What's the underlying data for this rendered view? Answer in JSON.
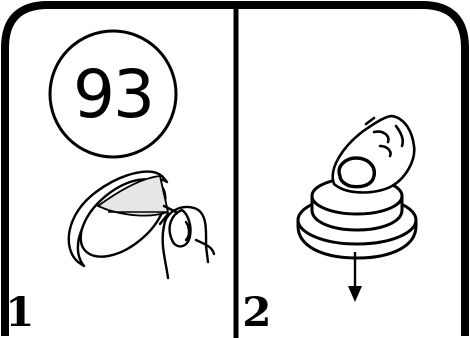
{
  "badge": {
    "number": "93"
  },
  "steps": [
    {
      "number": "1"
    },
    {
      "number": "2"
    }
  ],
  "colors": {
    "ink": "#000000",
    "paper": "#ffffff",
    "film": "#e6e6e6"
  },
  "icons": [
    "coin-cell-battery-icon",
    "protective-film-icon",
    "fingers-peeling-icon",
    "press-button-icon",
    "finger-pressing-icon",
    "down-arrow-icon"
  ]
}
